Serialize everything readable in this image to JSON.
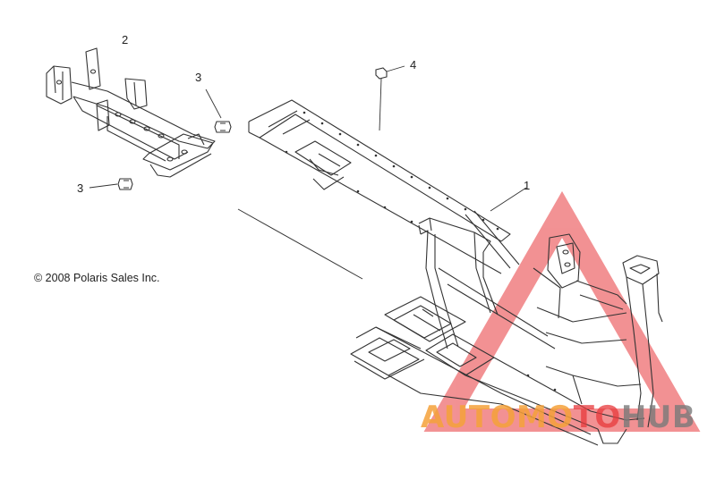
{
  "callouts": {
    "part_1": "1",
    "part_2": "2",
    "part_3a": "3",
    "part_3b": "3",
    "part_4": "4"
  },
  "copyright": "© 2008 Polaris Sales Inc.",
  "watermark": {
    "text_part1": "AUTOMO",
    "text_part2": "TO",
    "text_part3": "HUB",
    "colors": {
      "orange": "#f5a23a",
      "red": "#e8393c",
      "gray": "#7a7a7a"
    }
  }
}
